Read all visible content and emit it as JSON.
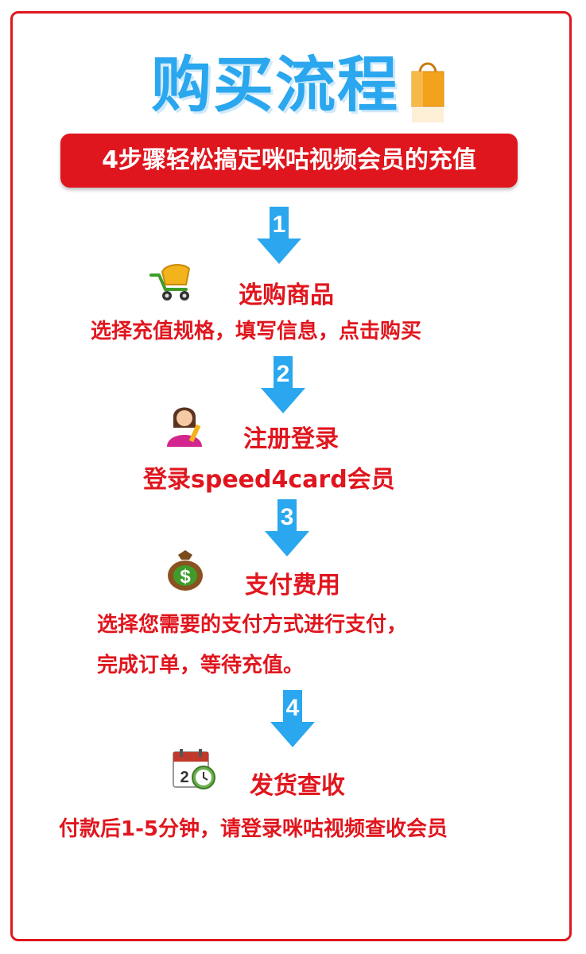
{
  "header": {
    "title": "购买流程",
    "subtitle": "4步骤轻松搞定咪咕视频会员的充值"
  },
  "steps": [
    {
      "number": "1",
      "title": "选购商品",
      "desc": "选择充值规格，填写信息，点击购买",
      "icon": "shopping-cart-icon"
    },
    {
      "number": "2",
      "title": "注册登录",
      "desc": "登录speed4card会员",
      "icon": "user-avatar-icon"
    },
    {
      "number": "3",
      "title": "支付费用",
      "desc_lines": [
        "选择您需要的支付方式进行支付，",
        "完成订单，等待充值。"
      ],
      "icon": "money-bag-icon"
    },
    {
      "number": "4",
      "title": "发货查收",
      "desc": "付款后1-5分钟，请登录咪咕视频查收会员",
      "icon": "calendar-clock-icon"
    }
  ],
  "colors": {
    "accent_red": "#e0161e",
    "title_blue": "#2aa7ee",
    "arrow_blue": "#2aa7ee"
  }
}
